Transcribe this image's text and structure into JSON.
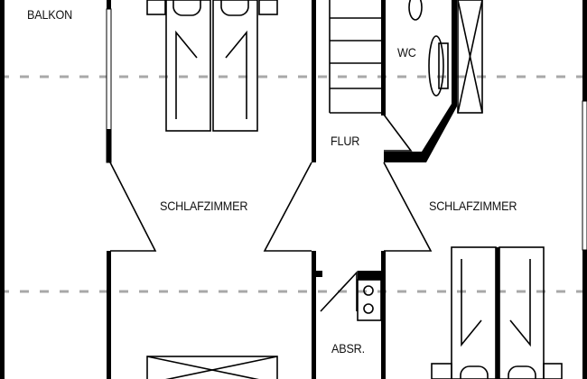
{
  "diagram": {
    "type": "floor-plan",
    "colors": {
      "wall": "#000000",
      "dash_line": "#a8a8a8",
      "background": "#ffffff"
    },
    "rooms": [
      {
        "id": "balkon",
        "label": "BALKON"
      },
      {
        "id": "schlafzimmer-left",
        "label": "SCHLAFZIMMER"
      },
      {
        "id": "flur",
        "label": "FLUR"
      },
      {
        "id": "wc",
        "label": "WC"
      },
      {
        "id": "schlafzimmer-right",
        "label": "SCHLAFZIMMER"
      },
      {
        "id": "absr",
        "label": "ABSR."
      }
    ],
    "fixtures": [
      "double-bed-top",
      "double-bed-bottom-right",
      "staircase",
      "toilet",
      "sink",
      "wardrobe-top-right",
      "wardrobe-bottom-left",
      "stove"
    ],
    "dashed_lines": 3
  }
}
